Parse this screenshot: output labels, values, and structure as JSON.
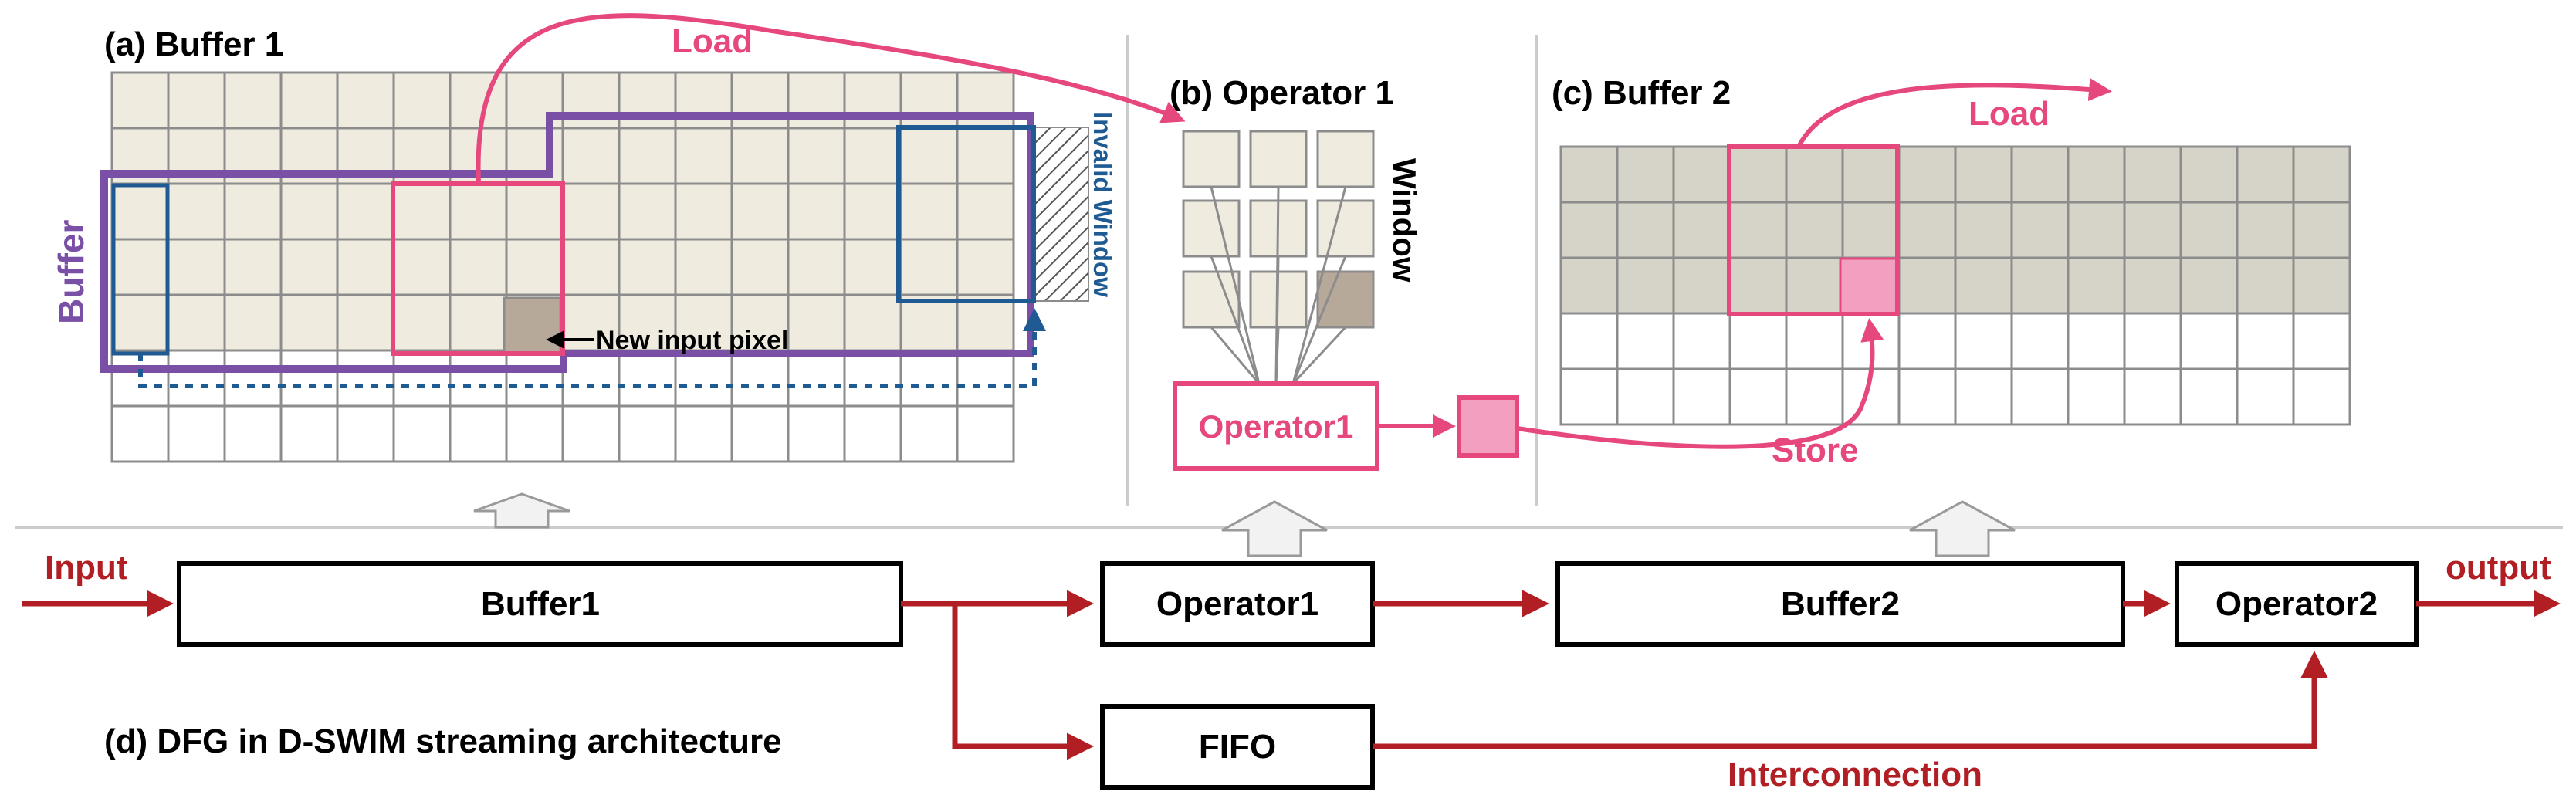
{
  "panels": {
    "a": {
      "title": "(a) Buffer 1",
      "buffer_label": "Buffer",
      "new_pixel_label": "New input pixel",
      "invalid_label": "Invalid Window"
    },
    "b": {
      "title": "(b) Operator 1",
      "window_label": "Window",
      "operator_label": "Operator1"
    },
    "c": {
      "title": "(c) Buffer 2",
      "store_label": "Store"
    },
    "load_label": "Load",
    "d": {
      "title": "(d) DFG in D-SWIM streaming architecture"
    }
  },
  "dfg": {
    "input_label": "Input",
    "output_label": "output",
    "interconnect_label": "Interconnection",
    "blocks": {
      "buffer1": "Buffer1",
      "operator1": "Operator1",
      "buffer2": "Buffer2",
      "operator2": "Operator2",
      "fifo": "FIFO"
    }
  },
  "colors": {
    "pink": "#e6487e",
    "purple": "#7a4fa6",
    "blue": "#1f5a93",
    "red": "#b11f24",
    "cream": "#efecdf",
    "gray_fill": "#d6d4c8",
    "tan": "#b7a99a",
    "grid_line": "#8c8c8c"
  }
}
